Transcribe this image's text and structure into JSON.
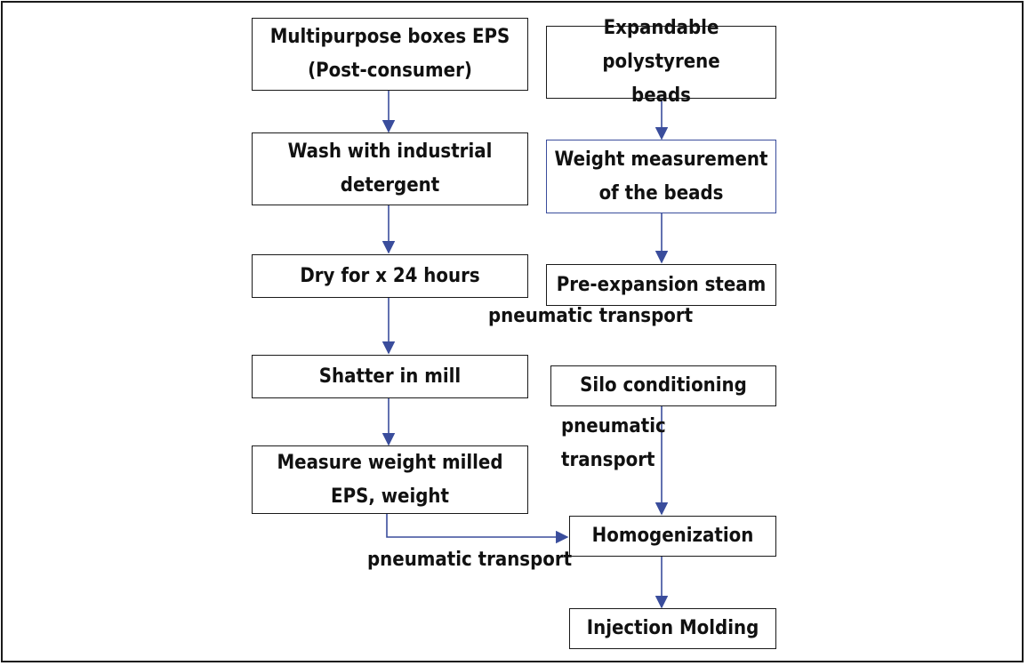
{
  "nodes": {
    "eps_boxes": [
      "Multipurpose boxes EPS",
      "(Post-consumer)"
    ],
    "wash": [
      "Wash with industrial",
      "detergent"
    ],
    "dry": [
      "Dry for x 24 hours"
    ],
    "shatter": [
      "Shatter in mill"
    ],
    "measure_milled": [
      "Measure weight milled",
      "EPS, weight"
    ],
    "beads": [
      "Expandable polystyrene",
      "beads"
    ],
    "weight_beads": [
      "Weight measurement",
      "of the beads"
    ],
    "pre_expansion": [
      "Pre-expansion steam"
    ],
    "silo": [
      "Silo conditioning"
    ],
    "homogenization": [
      "Homogenization"
    ],
    "injection": [
      "Injection Molding"
    ]
  },
  "labels": {
    "pneumatic_1": "pneumatic transport",
    "pneumatic_2": [
      "pneumatic",
      "transport"
    ],
    "pneumatic_3": "pneumatic transport"
  },
  "colors": {
    "arrow": "#3a4d9c",
    "box_border": "#1a1a1a",
    "highlight_border": "#3a4d9c"
  }
}
